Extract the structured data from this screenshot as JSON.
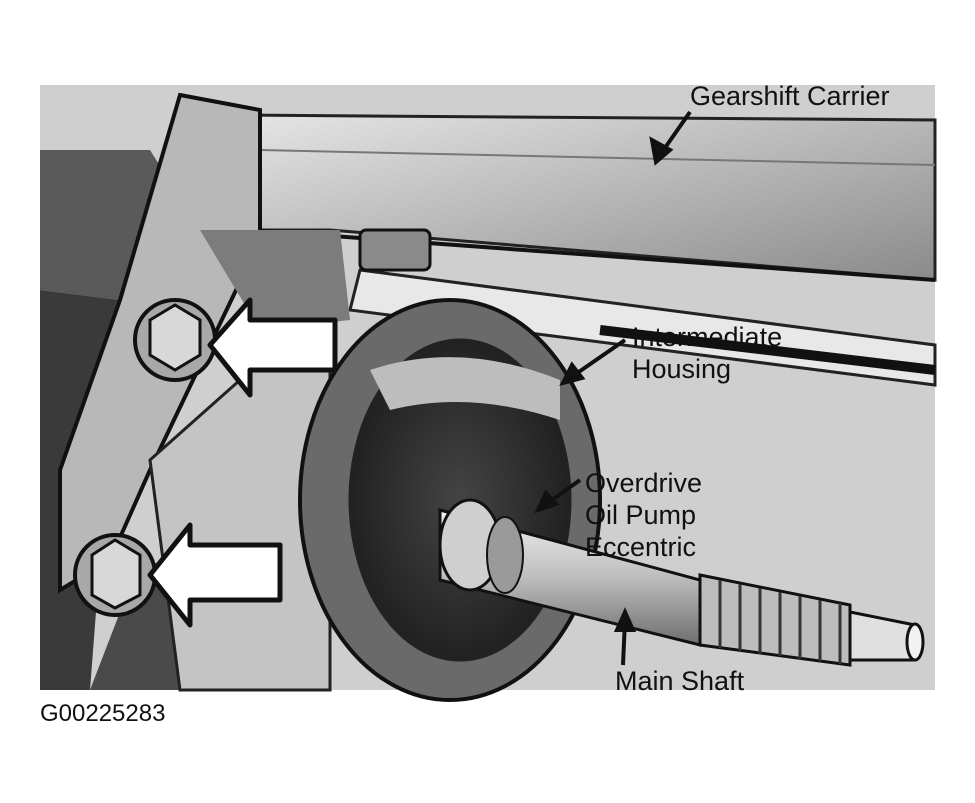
{
  "labels": {
    "gearshift_carrier": "Gearshift Carrier",
    "intermediate_housing_line1": "Intermediate",
    "intermediate_housing_line2": "Housing",
    "overdrive_line1": "Overdrive",
    "overdrive_line2": "Oil Pump",
    "overdrive_line3": "Eccentric",
    "main_shaft": "Main Shaft"
  },
  "figure_id": "G00225283",
  "colors": {
    "background": "#ffffff",
    "ink": "#111111",
    "photo_light": "#d9d9d9",
    "photo_mid": "#9a9a9a",
    "photo_dark": "#3a3a3a"
  }
}
